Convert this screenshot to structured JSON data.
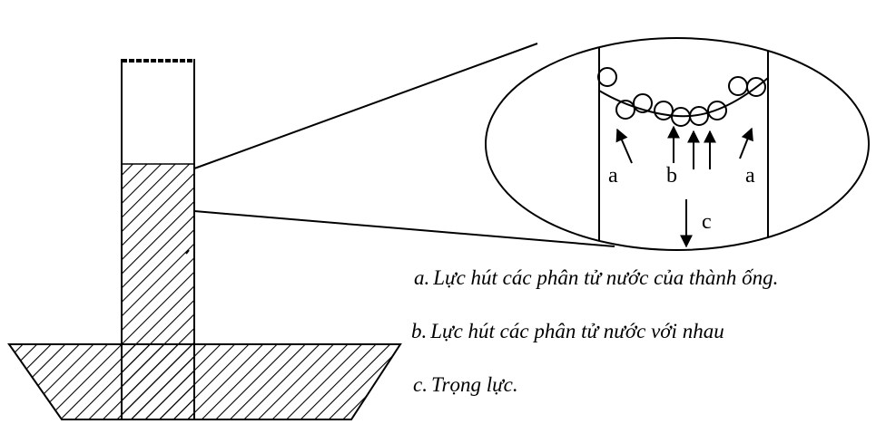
{
  "diagram": {
    "labels": {
      "a_left": "a",
      "b": "b",
      "a_right": "a",
      "c": "c"
    },
    "legend": [
      {
        "key": "a.",
        "text": "Lực hút các phân tử nước của thành ống."
      },
      {
        "key": "b.",
        "text": "Lực hút các phân tử nước với nhau"
      },
      {
        "key": "c.",
        "text": "Trọng lực."
      }
    ]
  }
}
